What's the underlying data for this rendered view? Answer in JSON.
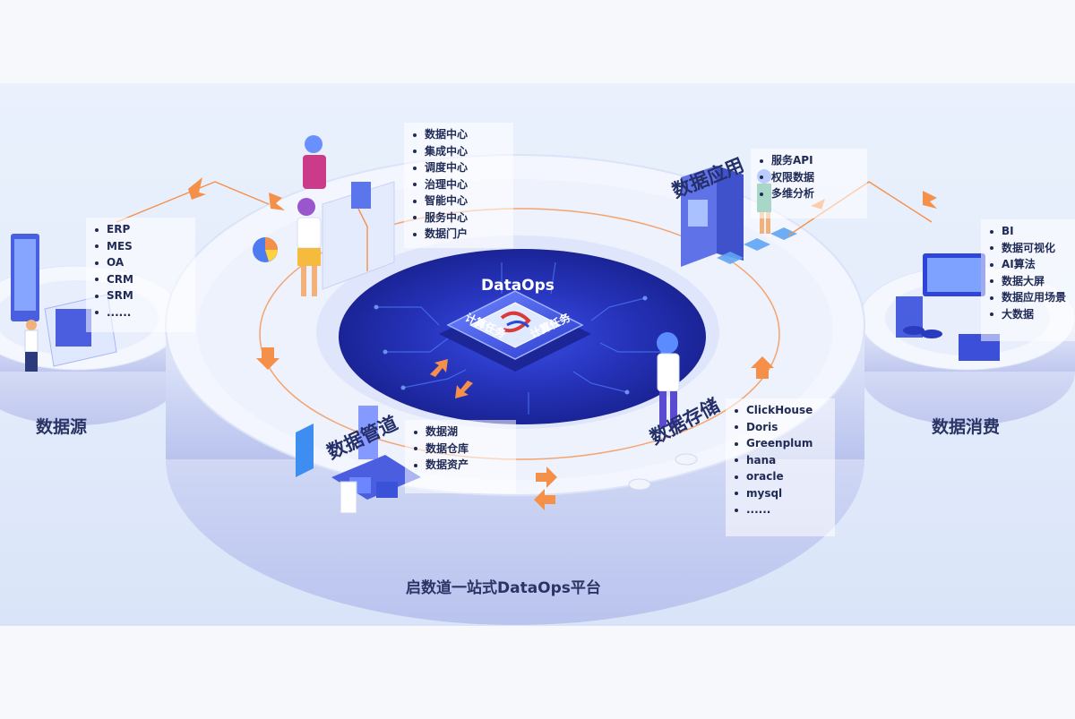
{
  "sources": {
    "label": "数据源",
    "items": [
      "ERP",
      "MES",
      "OA",
      "CRM",
      "SRM",
      "......"
    ]
  },
  "modules": {
    "items": [
      "数据中心",
      "集成中心",
      "调度中心",
      "治理中心",
      "智能中心",
      "服务中心",
      "数据门户"
    ]
  },
  "application": {
    "label": "数据应用",
    "items": [
      "服务API",
      "权限数据",
      "多维分析"
    ]
  },
  "consumption": {
    "label": "数据消费",
    "items": [
      "BI",
      "数据可视化",
      "AI算法",
      "数据大屏",
      "数据应用场景",
      "大数据"
    ]
  },
  "pipeline": {
    "label": "数据管道",
    "items": [
      "数据湖",
      "数据仓库",
      "数据资产"
    ]
  },
  "storage": {
    "label": "数据存储",
    "items": [
      "ClickHouse",
      "Doris",
      "Greenplum",
      "hana",
      "oracle",
      "mysql",
      "......"
    ]
  },
  "core": {
    "title": "DataOps",
    "left_task": "计算任务",
    "right_task": "计算任务"
  },
  "platform_title": "启数道一站式DataOps平台",
  "colors": {
    "arrow": "#f5904a",
    "chip_blue": "#2b35c9",
    "text": "#1f2a55"
  }
}
